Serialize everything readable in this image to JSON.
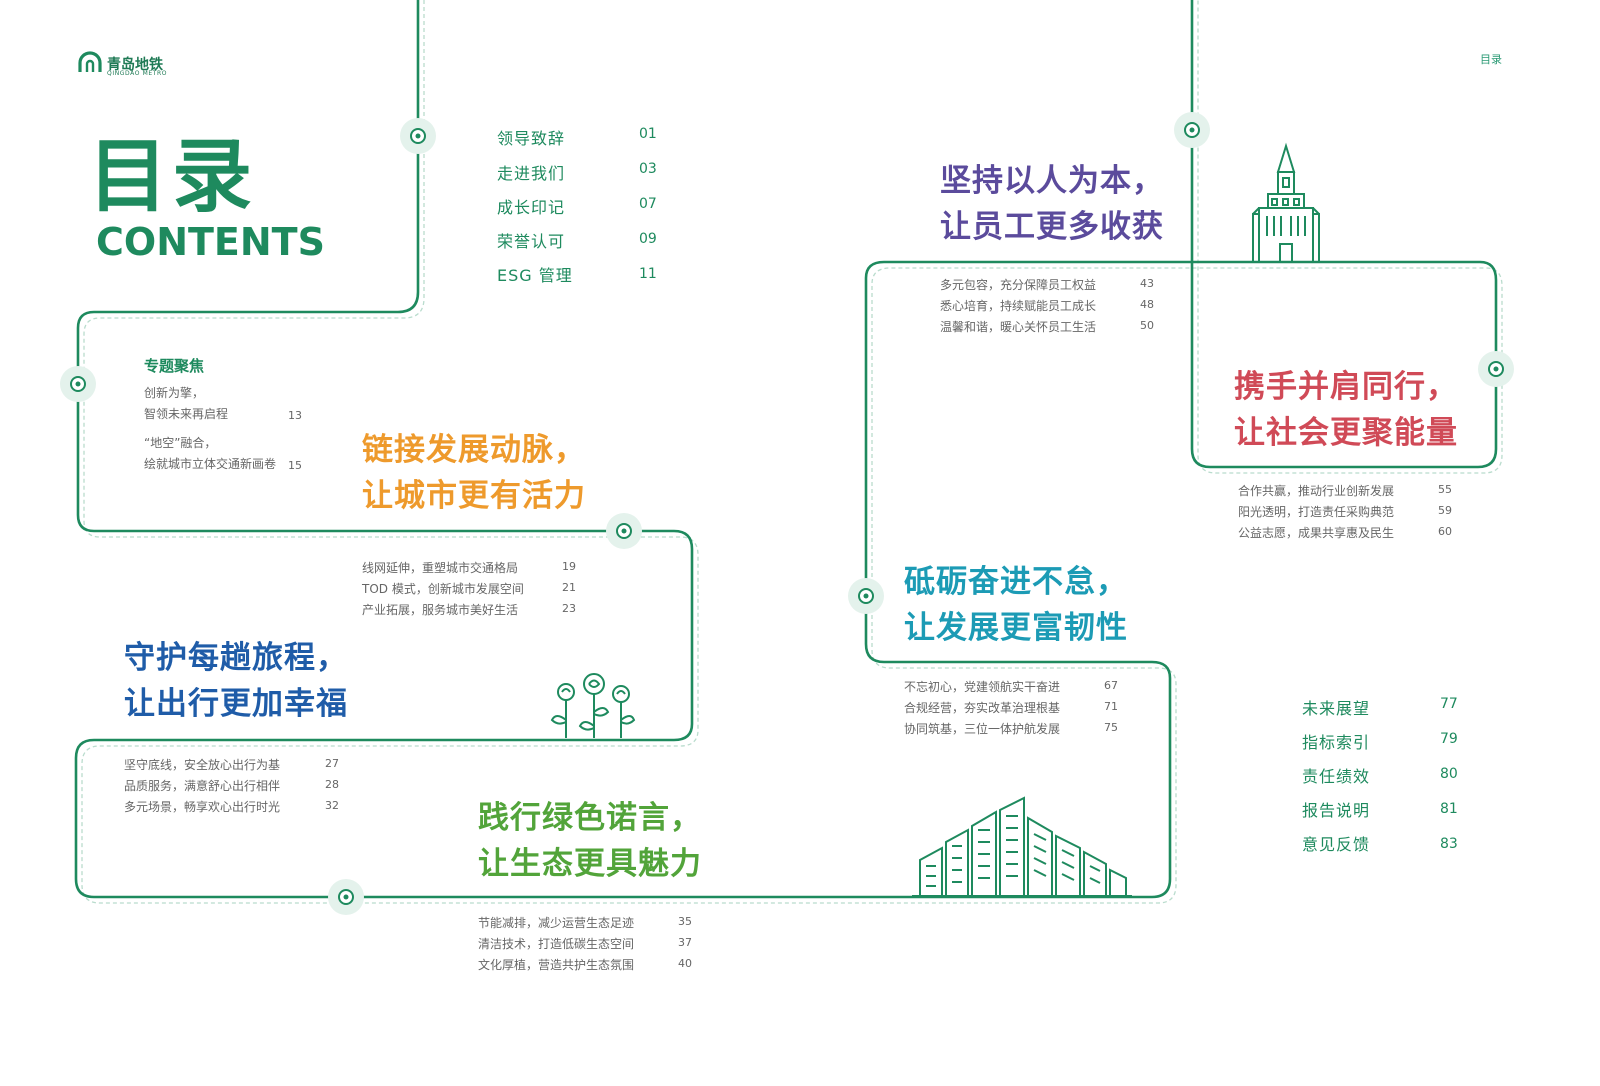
{
  "brand": {
    "name": "青岛地铁",
    "name_en": "QINGDAO METRO"
  },
  "breadcrumb": "目录",
  "title": {
    "cn": "目录",
    "en": "CONTENTS"
  },
  "intro": [
    {
      "label": "领导致辞",
      "page": "01"
    },
    {
      "label": "走进我们",
      "page": "03"
    },
    {
      "label": "成长印记",
      "page": "07"
    },
    {
      "label": "荣誉认可",
      "page": "09"
    },
    {
      "label": "ESG 管理",
      "page": "11"
    }
  ],
  "focus": {
    "heading": "专题聚焦",
    "items": [
      {
        "line1": "创新为擎，",
        "line2": "智领未来再启程",
        "page": "13"
      },
      {
        "line1": "“地空”融合，",
        "line2": "绘就城市立体交通新画卷",
        "page": "15"
      }
    ]
  },
  "sections": {
    "vitality": {
      "line1": "链接发展动脉，",
      "line2": "让城市更有活力",
      "color": "#ee9a2c",
      "items": [
        {
          "label": "线网延伸，重塑城市交通格局",
          "page": "19"
        },
        {
          "label": "TOD 模式，创新城市发展空间",
          "page": "21"
        },
        {
          "label": "产业拓展，服务城市美好生活",
          "page": "23"
        }
      ]
    },
    "travel": {
      "line1": "守护每趟旅程，",
      "line2": "让出行更加幸福",
      "color": "#1f5ca8",
      "items": [
        {
          "label": "坚守底线，安全放心出行为基",
          "page": "27"
        },
        {
          "label": "品质服务，满意舒心出行相伴",
          "page": "28"
        },
        {
          "label": "多元场景，畅享欢心出行时光",
          "page": "32"
        }
      ]
    },
    "green": {
      "line1": "践行绿色诺言，",
      "line2": "让生态更具魅力",
      "color": "#52a43a",
      "items": [
        {
          "label": "节能减排，减少运营生态足迹",
          "page": "35"
        },
        {
          "label": "清洁技术，打造低碳生态空间",
          "page": "37"
        },
        {
          "label": "文化厚植，营造共护生态氛围",
          "page": "40"
        }
      ]
    },
    "people": {
      "line1": "坚持以人为本，",
      "line2": "让员工更多收获",
      "color": "#5b4b9c",
      "items": [
        {
          "label": "多元包容，充分保障员工权益",
          "page": "43"
        },
        {
          "label": "悉心培育，持续赋能员工成长",
          "page": "48"
        },
        {
          "label": "温馨和谐，暖心关怀员工生活",
          "page": "50"
        }
      ]
    },
    "society": {
      "line1": "携手并肩同行，",
      "line2": "让社会更聚能量",
      "color": "#d04a57",
      "items": [
        {
          "label": "合作共赢，推动行业创新发展",
          "page": "55"
        },
        {
          "label": "阳光透明，打造责任采购典范",
          "page": "59"
        },
        {
          "label": "公益志愿，成果共享惠及民生",
          "page": "60"
        }
      ]
    },
    "resilience": {
      "line1": "砥砺奋进不怠，",
      "line2": "让发展更富韧性",
      "color": "#1c9bb5",
      "items": [
        {
          "label": "不忘初心，党建领航实干奋进",
          "page": "67"
        },
        {
          "label": "合规经营，夯实改革治理根基",
          "page": "71"
        },
        {
          "label": "协同筑基，三位一体护航发展",
          "page": "75"
        }
      ]
    }
  },
  "appendix": [
    {
      "label": "未来展望",
      "page": "77"
    },
    {
      "label": "指标索引",
      "page": "79"
    },
    {
      "label": "责任绩效",
      "page": "80"
    },
    {
      "label": "报告说明",
      "page": "81"
    },
    {
      "label": "意见反馈",
      "page": "83"
    }
  ],
  "colors": {
    "line": "#1e8a5e",
    "dash": "#b9dccd",
    "brand": "#1e8a5e"
  }
}
